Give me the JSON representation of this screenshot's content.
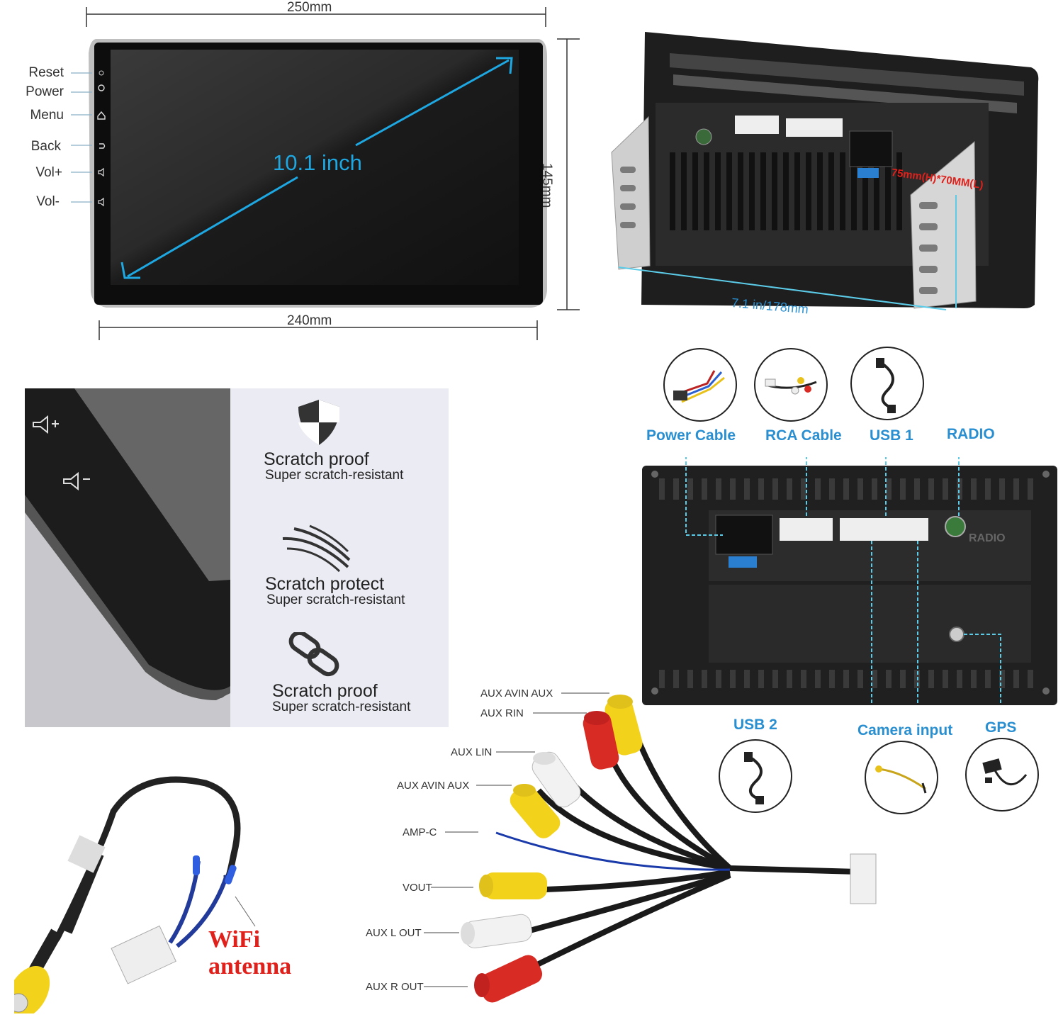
{
  "top_left": {
    "width_top": "250mm",
    "width_bottom": "240mm",
    "height": "145mm",
    "diagonal": "10.1 inch",
    "side_buttons": [
      "Reset",
      "Power",
      "Menu",
      "Back",
      "Vol+",
      "Vol-"
    ]
  },
  "top_right": {
    "depth_label": "7.1 in/178mm",
    "cutout_label": "75mm(H)*70MM(L)"
  },
  "features": [
    {
      "title": "Scratch proof",
      "subtitle": "Super scratch-resistant",
      "icon": "shield-icon"
    },
    {
      "title": "Scratch protect",
      "subtitle": "Super scratch-resistant",
      "icon": "claw-marks-icon"
    },
    {
      "title": "Scratch proof",
      "subtitle": "Super scratch-resistant",
      "icon": "chain-link-icon"
    }
  ],
  "ports_top": [
    "Power Cable",
    "RCA Cable",
    "USB 1",
    "RADIO"
  ],
  "ports_bottom": [
    "USB 2",
    "Camera input",
    "GPS"
  ],
  "panel_radio_label": "RADIO",
  "rca_labels": [
    "AUX AVIN AUX",
    "AUX RIN",
    "AUX LIN",
    "AUX AVIN AUX",
    "AMP-C",
    "VOUT",
    "AUX L OUT",
    "AUX R OUT"
  ],
  "wifi_label": "WiFi antenna",
  "colors": {
    "accent_blue": "#2a8fd0",
    "wifi_red": "#e0201b",
    "rca_yellow": "#f3d21b",
    "rca_red": "#d82b24"
  }
}
